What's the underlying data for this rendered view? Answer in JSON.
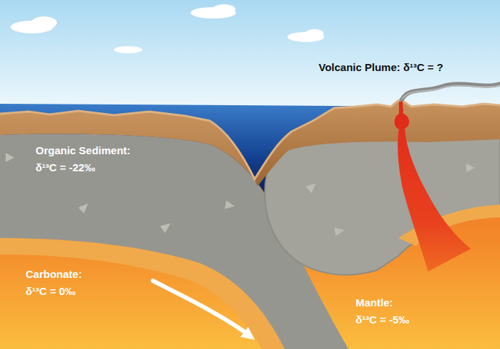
{
  "diagram": {
    "labels": [
      "Volcanic Plume: δ¹³C = ?",
      "Organic Sediment: δ¹³C = -22‰",
      "Carbonate: δ¹³C = 0‰",
      "Mantle: δ¹³C = -5‰"
    ]
  }
}
